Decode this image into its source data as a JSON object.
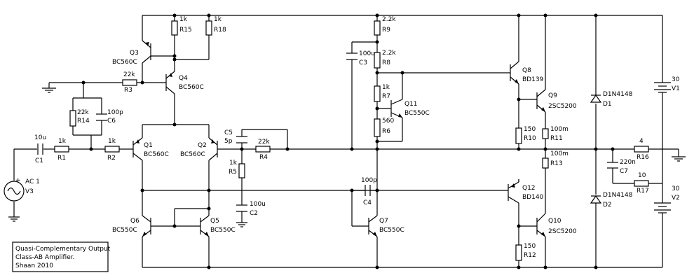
{
  "components": {
    "R15": {
      "ref": "R15",
      "value": "1k"
    },
    "R18": {
      "ref": "R18",
      "value": "1k"
    },
    "R9": {
      "ref": "R9",
      "value": "2.2k"
    },
    "R8": {
      "ref": "R8",
      "value": "2.2k"
    },
    "R7": {
      "ref": "R7",
      "value": "1k"
    },
    "R6": {
      "ref": "R6",
      "value": "560"
    },
    "R3": {
      "ref": "R3",
      "value": "22k"
    },
    "R14": {
      "ref": "R14",
      "value": "22k"
    },
    "R1": {
      "ref": "R1",
      "value": "1k"
    },
    "R2": {
      "ref": "R2",
      "value": "1k"
    },
    "R4": {
      "ref": "R4",
      "value": "22k"
    },
    "R5": {
      "ref": "R5",
      "value": "1k"
    },
    "R10": {
      "ref": "R10",
      "value": "150"
    },
    "R11": {
      "ref": "R11",
      "value": "100m"
    },
    "R13": {
      "ref": "R13",
      "value": "100m"
    },
    "R12": {
      "ref": "R12",
      "value": "150"
    },
    "R16": {
      "ref": "R16",
      "value": "4"
    },
    "R17": {
      "ref": "R17",
      "value": "10"
    },
    "C1": {
      "ref": "C1",
      "value": "10u"
    },
    "C6": {
      "ref": "C6",
      "value": "100p"
    },
    "C5": {
      "ref": "C5",
      "value": "5p"
    },
    "C2": {
      "ref": "C2",
      "value": "100u"
    },
    "C3": {
      "ref": "C3",
      "value": "100u"
    },
    "C4": {
      "ref": "C4",
      "value": "100p"
    },
    "C7": {
      "ref": "C7",
      "value": "220n"
    },
    "Q1": {
      "ref": "Q1",
      "value": "BC560C"
    },
    "Q2": {
      "ref": "Q2",
      "value": "BC560C"
    },
    "Q3": {
      "ref": "Q3",
      "value": "BC560C"
    },
    "Q4": {
      "ref": "Q4",
      "value": "BC560C"
    },
    "Q5": {
      "ref": "Q5",
      "value": "BC550C"
    },
    "Q6": {
      "ref": "Q6",
      "value": "BC550C"
    },
    "Q7": {
      "ref": "Q7",
      "value": "BC550C"
    },
    "Q11": {
      "ref": "Q11",
      "value": "BC550C"
    },
    "Q8": {
      "ref": "Q8",
      "value": "BD139"
    },
    "Q12": {
      "ref": "Q12",
      "value": "BD140"
    },
    "Q9": {
      "ref": "Q9",
      "value": "2SC5200"
    },
    "Q10": {
      "ref": "Q10",
      "value": "2SC5200"
    },
    "D1": {
      "ref": "D1",
      "value": "D1N4148"
    },
    "D2": {
      "ref": "D2",
      "value": "D1N4148"
    },
    "V1": {
      "ref": "V1",
      "value": "30"
    },
    "V2": {
      "ref": "V2",
      "value": "30"
    },
    "V3": {
      "ref": "V3",
      "value": "AC 1"
    }
  },
  "note": {
    "line1": "Quasi-Complementary Output",
    "line2": "Class-AB Amplifier.",
    "line3": "Shaan 2010"
  }
}
